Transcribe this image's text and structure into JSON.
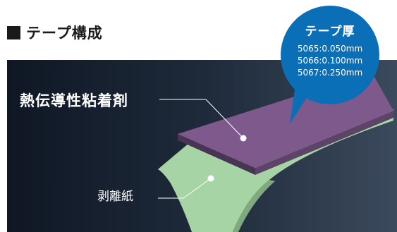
{
  "header": {
    "title": "テープ構成"
  },
  "diagram": {
    "adhesive_label": "熱伝導性粘着剤",
    "liner_label": "剥離紙"
  },
  "thickness": {
    "title": "テープ厚",
    "items": [
      "5065:0.050mm",
      "5066:0.100mm",
      "5067:0.250mm"
    ]
  },
  "colors": {
    "adhesive": "#7e5a8c",
    "liner": "#a6d4a5",
    "bubble": "#0b6fb8"
  }
}
